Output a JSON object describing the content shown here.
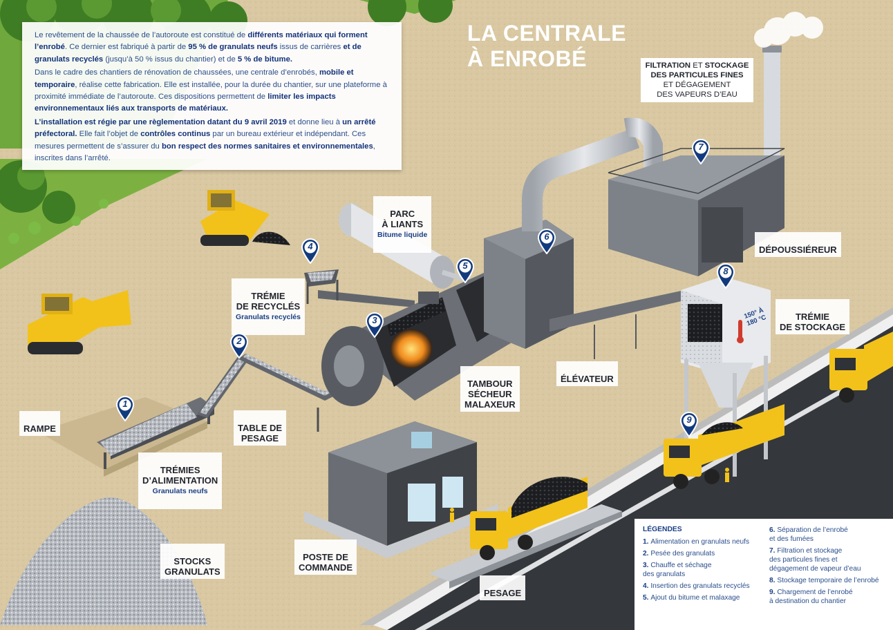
{
  "title": "LA CENTRALE\nÀ ENROBÉ",
  "intro": {
    "p1": [
      {
        "t": "Le revêtement de la chaussée de l’autoroute est constitué de ",
        "b": false
      },
      {
        "t": "différents matériaux qui forment l’enrobé",
        "b": true
      },
      {
        "t": ". Ce dernier est fabriqué à partir de ",
        "b": false
      },
      {
        "t": "95 % de granulats neufs",
        "b": true
      },
      {
        "t": " issus de carrières ",
        "b": false
      },
      {
        "t": "et de granulats recyclés",
        "b": true
      },
      {
        "t": " (jusqu’à 50 % issus du chantier) et de ",
        "b": false
      },
      {
        "t": "5 % de bitume.",
        "b": true
      }
    ],
    "p2": [
      {
        "t": "Dans le cadre des chantiers de rénovation de chaussées, une centrale d’enrobés, ",
        "b": false
      },
      {
        "t": "mobile et temporaire",
        "b": true
      },
      {
        "t": ", réalise cette fabrication. Elle est installée, pour la durée du chantier, sur une plateforme à proximité immédiate de l’autoroute. Ces dispositions permettent de ",
        "b": false
      },
      {
        "t": "limiter les impacts environnementaux liés aux transports de matériaux.",
        "b": true
      }
    ],
    "p3": [
      {
        "t": "L’installation est régie par une règlementation datant du 9 avril 2019",
        "b": true
      },
      {
        "t": " et donne lieu à ",
        "b": false
      },
      {
        "t": "un arrêté préfectoral.",
        "b": true
      },
      {
        "t": " Elle fait l’objet de ",
        "b": false
      },
      {
        "t": "contrôles continus",
        "b": true
      },
      {
        "t": " par un bureau extérieur et indépendant. Ces mesures permettent de s’assurer du ",
        "b": false
      },
      {
        "t": "bon respect des normes sanitaires et environnementales",
        "b": true
      },
      {
        "t": ", inscrites dans l’arrêté.",
        "b": false
      }
    ]
  },
  "labels": {
    "parc": {
      "main": "PARC\nÀ LIANTS",
      "sub": "Bitume liquide"
    },
    "tremie_recycles": {
      "main": "TRÉMIE\nDE RECYCLÉS",
      "sub": "Granulats recyclés"
    },
    "rampe": {
      "main": "RAMPE"
    },
    "table_pesage": {
      "main": "TABLE DE\nPESAGE"
    },
    "tremies_alim": {
      "main": "TRÉMIES\nD’ALIMENTATION",
      "sub": "Granulats neufs"
    },
    "tambour": {
      "main": "TAMBOUR\nSÉCHEUR\nMALAXEUR"
    },
    "elevateur": {
      "main": "ÉLÉVATEUR"
    },
    "depoussiereur": {
      "main": "DÉPOUSSIÉREUR"
    },
    "tremie_stockage": {
      "main": "TRÉMIE\nDE STOCKAGE"
    },
    "stocks": {
      "main": "STOCKS\nGRANULATS"
    },
    "poste": {
      "main": "POSTE DE\nCOMMANDE"
    },
    "pesage": {
      "main": "PESAGE"
    }
  },
  "filtration": [
    {
      "t": "FILTRATION",
      "b": true
    },
    {
      "t": " ET ",
      "b": false
    },
    {
      "t": "STOCKAGE\nDES PARTICULES FINES",
      "b": true
    },
    {
      "t": "\nET DÉGAGEMENT\nDES VAPEURS D’EAU",
      "b": false
    }
  ],
  "temperature": "150° À\n180 °C",
  "pins": [
    "1",
    "2",
    "3",
    "4",
    "5",
    "6",
    "7",
    "8",
    "9"
  ],
  "legend": {
    "title": "LÉGENDES",
    "col1": [
      {
        "n": "1.",
        "t": "Alimentation en granulats neufs"
      },
      {
        "n": "2.",
        "t": "Pesée des granulats"
      },
      {
        "n": "3.",
        "t": "Chauffe et séchage\ndes granulats"
      },
      {
        "n": "4.",
        "t": "Insertion des granulats recyclés"
      },
      {
        "n": "5.",
        "t": "Ajout du bitume et malaxage"
      }
    ],
    "col2": [
      {
        "n": "6.",
        "t": "Séparation de l’enrobé\net des fumées"
      },
      {
        "n": "7.",
        "t": "Filtration et stockage\ndes particules fines et\ndégagement de vapeur d’eau"
      },
      {
        "n": "8.",
        "t": "Stockage temporaire de l’enrobé"
      },
      {
        "n": "9.",
        "t": "Chargement de l’enrobé\nà destination du chantier"
      }
    ]
  },
  "colors": {
    "navy": "#123a7e",
    "ground": "#d8c7a0",
    "grass": "#6fa83c",
    "metal": "#8c9097",
    "yellow": "#f2c21a",
    "road": "#34373c"
  },
  "icons": [
    "map-pin-icon",
    "thermometer-icon"
  ]
}
